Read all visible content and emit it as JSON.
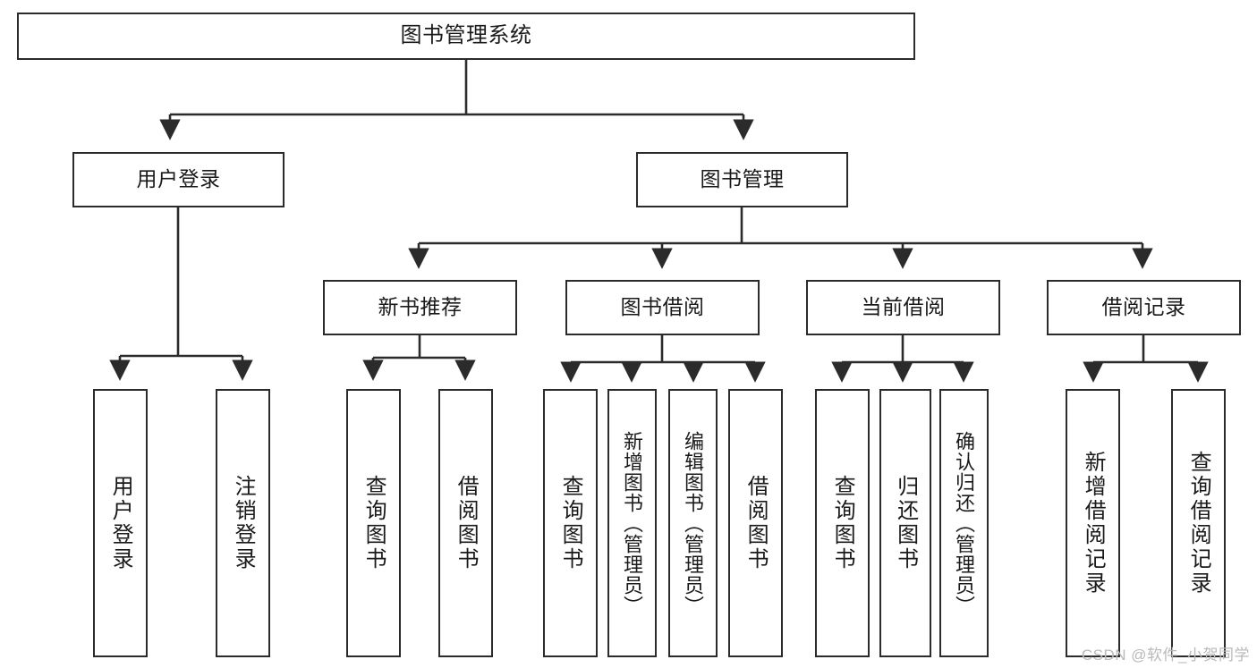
{
  "diagram": {
    "title": "图书管理系统",
    "watermark": "CSDN @软件_小贺同学",
    "line_color": "#2b2b2b",
    "box_fill": "#ffffff",
    "text_color": "#1a1a1a",
    "nodes": {
      "root": {
        "label": "图书管理系统"
      },
      "level2": [
        {
          "label": "用户登录"
        },
        {
          "label": "图书管理"
        }
      ],
      "level3": [
        {
          "label": "新书推荐"
        },
        {
          "label": "图书借阅"
        },
        {
          "label": "当前借阅"
        },
        {
          "label": "借阅记录"
        }
      ],
      "leaves": {
        "user_login": [
          {
            "label": "用户登录"
          },
          {
            "label": "注销登录"
          }
        ],
        "new_book": [
          {
            "label": "查询图书"
          },
          {
            "label": "借阅图书"
          }
        ],
        "book_borrow": [
          {
            "label": "查询图书"
          },
          {
            "label": "新增图书（管理员）"
          },
          {
            "label": "编辑图书（管理员）"
          },
          {
            "label": "借阅图书"
          }
        ],
        "current_borrow": [
          {
            "label": "查询图书"
          },
          {
            "label": "归还图书"
          },
          {
            "label": "确认归还（管理员）"
          }
        ],
        "borrow_record": [
          {
            "label": "新增借阅记录"
          },
          {
            "label": "查询借阅记录"
          }
        ]
      }
    }
  }
}
